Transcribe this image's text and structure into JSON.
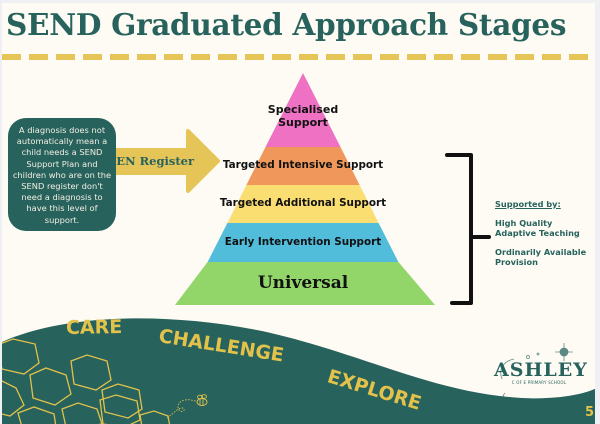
{
  "slide": {
    "title": "SEND Graduated Approach Stages",
    "page_number": "5",
    "colors": {
      "brand_teal": "#27625d",
      "accent_yellow": "#e5c558",
      "background": "#fdfbf3"
    }
  },
  "note": {
    "text": "A diagnosis does not automatically mean a child needs a SEND Support Plan and children who are on the SEND register don't need a diagnosis to have this level of support."
  },
  "arrow": {
    "label": "SEN Register",
    "icon": "right-arrow-icon"
  },
  "pyramid": {
    "levels": [
      {
        "label_line1": "Specialised",
        "label_line2": "Support",
        "color": "#ee71c3"
      },
      {
        "label": "Targeted Intensive Support",
        "color": "#f0985b"
      },
      {
        "label": "Targeted Additional Support",
        "color": "#fbde72"
      },
      {
        "label": "Early Intervention Support",
        "color": "#52bddb"
      },
      {
        "label": "Universal",
        "color": "#92d569"
      }
    ]
  },
  "bracket": {
    "icon": "right-bracket-icon"
  },
  "support": {
    "heading": "Supported by:",
    "items": [
      {
        "line1": "High Quality",
        "line2": "Adaptive Teaching"
      },
      {
        "line1": "Ordinarily Available",
        "line2": "Provision"
      }
    ]
  },
  "footer": {
    "motto": [
      "CARE",
      "CHALLENGE",
      "EXPLORE"
    ],
    "decorations": [
      "honeycomb-icon",
      "bee-icon"
    ]
  },
  "logo": {
    "name": "ASHLEY",
    "subtitle": "C OF E PRIMARY SCHOOL"
  }
}
